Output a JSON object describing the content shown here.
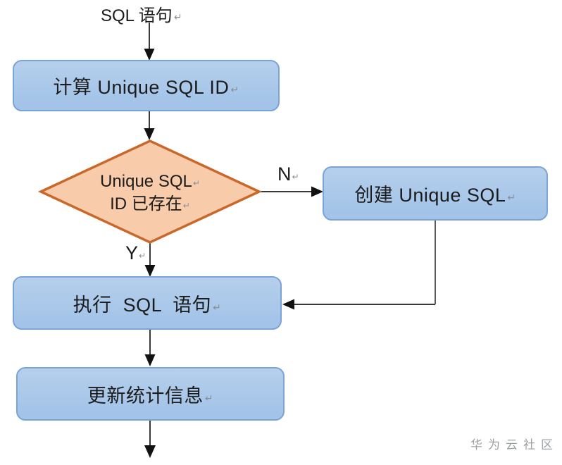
{
  "colors": {
    "box_fill_top": "#B6CFEC",
    "box_fill_bottom": "#A3C4E8",
    "box_border": "#7BA4D6",
    "diamond_fill": "#F8CBAA",
    "diamond_border": "#C9682A",
    "line": "#3A3A3A",
    "connector_gray": "#5A5A5A",
    "text": "#1C1C1C",
    "watermark": "#9DA0A3"
  },
  "marks": {
    "return": "↵"
  },
  "flowchart": {
    "start_label": "SQL 语句",
    "nodes": {
      "compute": {
        "label": "计算 Unique SQL ID"
      },
      "decision": {
        "line1": "Unique SQL",
        "line2": "ID 已存在"
      },
      "create": {
        "label": "创建 Unique SQL"
      },
      "execute": {
        "label": "执行  SQL  语句"
      },
      "update": {
        "label": "更新统计信息"
      }
    },
    "branches": {
      "no": "N",
      "yes": "Y"
    }
  },
  "watermark": {
    "text": "华为云社区"
  }
}
